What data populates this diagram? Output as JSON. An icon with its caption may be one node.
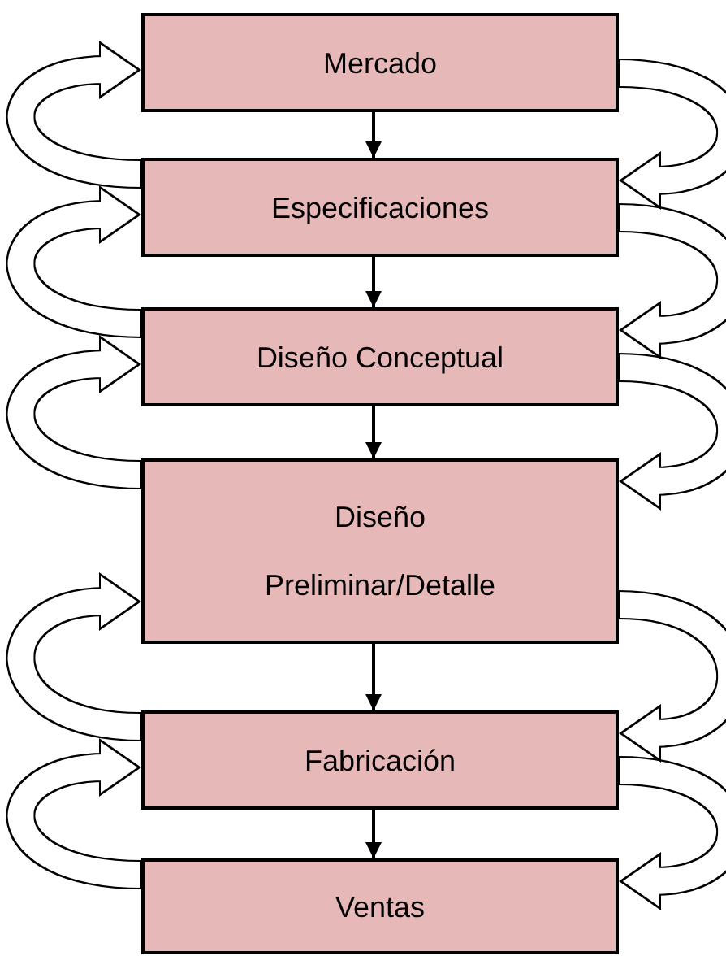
{
  "diagram": {
    "nodes": [
      {
        "text": [
          "Mercado"
        ]
      },
      {
        "text": [
          "Especificaciones"
        ]
      },
      {
        "text": [
          "Diseño Conceptual"
        ]
      },
      {
        "text": [
          "Diseño Preliminar/Detalle"
        ]
      },
      {
        "text": [
          "Fabricación"
        ]
      },
      {
        "text": [
          "Ventas"
        ]
      }
    ],
    "edges": [
      {
        "from": 0,
        "to": 1,
        "arrow": "to"
      },
      {
        "from": 1,
        "to": 2,
        "arrow": "to"
      },
      {
        "from": 2,
        "to": 3,
        "arrow": "to"
      },
      {
        "from": 3,
        "to": 4,
        "arrow": "to"
      },
      {
        "from": 4,
        "to": 5,
        "arrow": "to"
      },
      {
        "from": 0,
        "to": 1,
        "arrow": "to"
      },
      {
        "from": 1,
        "to": 2,
        "arrow": "to"
      },
      {
        "from": 2,
        "to": 3,
        "arrow": "to"
      },
      {
        "from": 3,
        "to": 4,
        "arrow": "to"
      },
      {
        "from": 4,
        "to": 5,
        "arrow": "to"
      },
      {
        "from": 1,
        "to": 0,
        "arrow": "to"
      },
      {
        "from": 2,
        "to": 1,
        "arrow": "to"
      },
      {
        "from": 3,
        "to": 2,
        "arrow": "to"
      },
      {
        "from": 4,
        "to": 3,
        "arrow": "to"
      },
      {
        "from": 5,
        "to": 4,
        "arrow": "to"
      }
    ]
  }
}
